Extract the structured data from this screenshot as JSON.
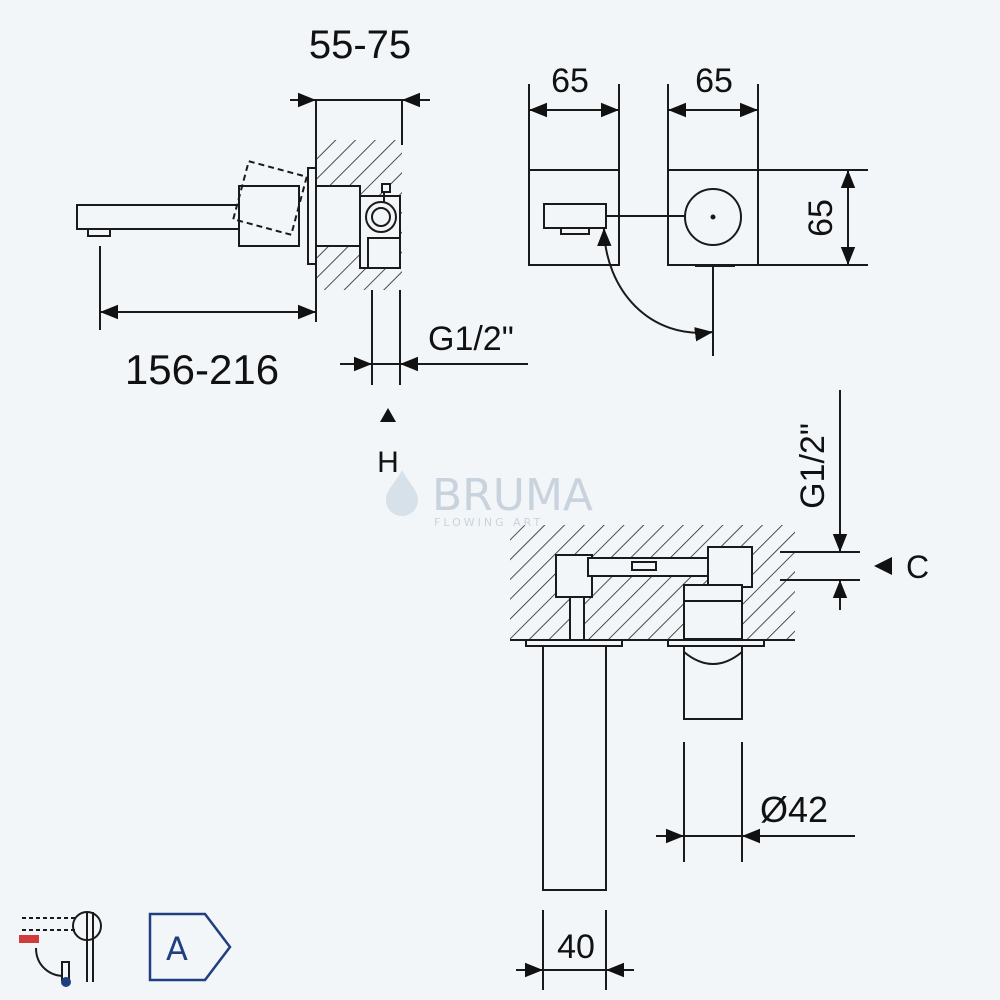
{
  "dimensions": {
    "wall_depth": "55-75",
    "spout_reach": "156-216",
    "plate_width_left": "65",
    "plate_width_right": "65",
    "plate_height": "65",
    "thread_top_view": "G1/2\"",
    "thread_side_view": "G1/2\"",
    "spout_width": "40",
    "handle_diameter": "Ø42",
    "marker_cold": "H",
    "marker_c": "C"
  },
  "brand": {
    "name": "BRUMA",
    "tagline": "FLOWING ART"
  },
  "badges": {
    "cartridge_class": "A",
    "icon": "mixer-cartridge-icon"
  },
  "colors": {
    "line": "#1a1a1a",
    "background": "#f3f6f9",
    "badge_border": "#1f3f80",
    "badge_text": "#1f3f80",
    "brand_watermark": "#c9d3dd",
    "accent_red": "#d23b3b"
  }
}
